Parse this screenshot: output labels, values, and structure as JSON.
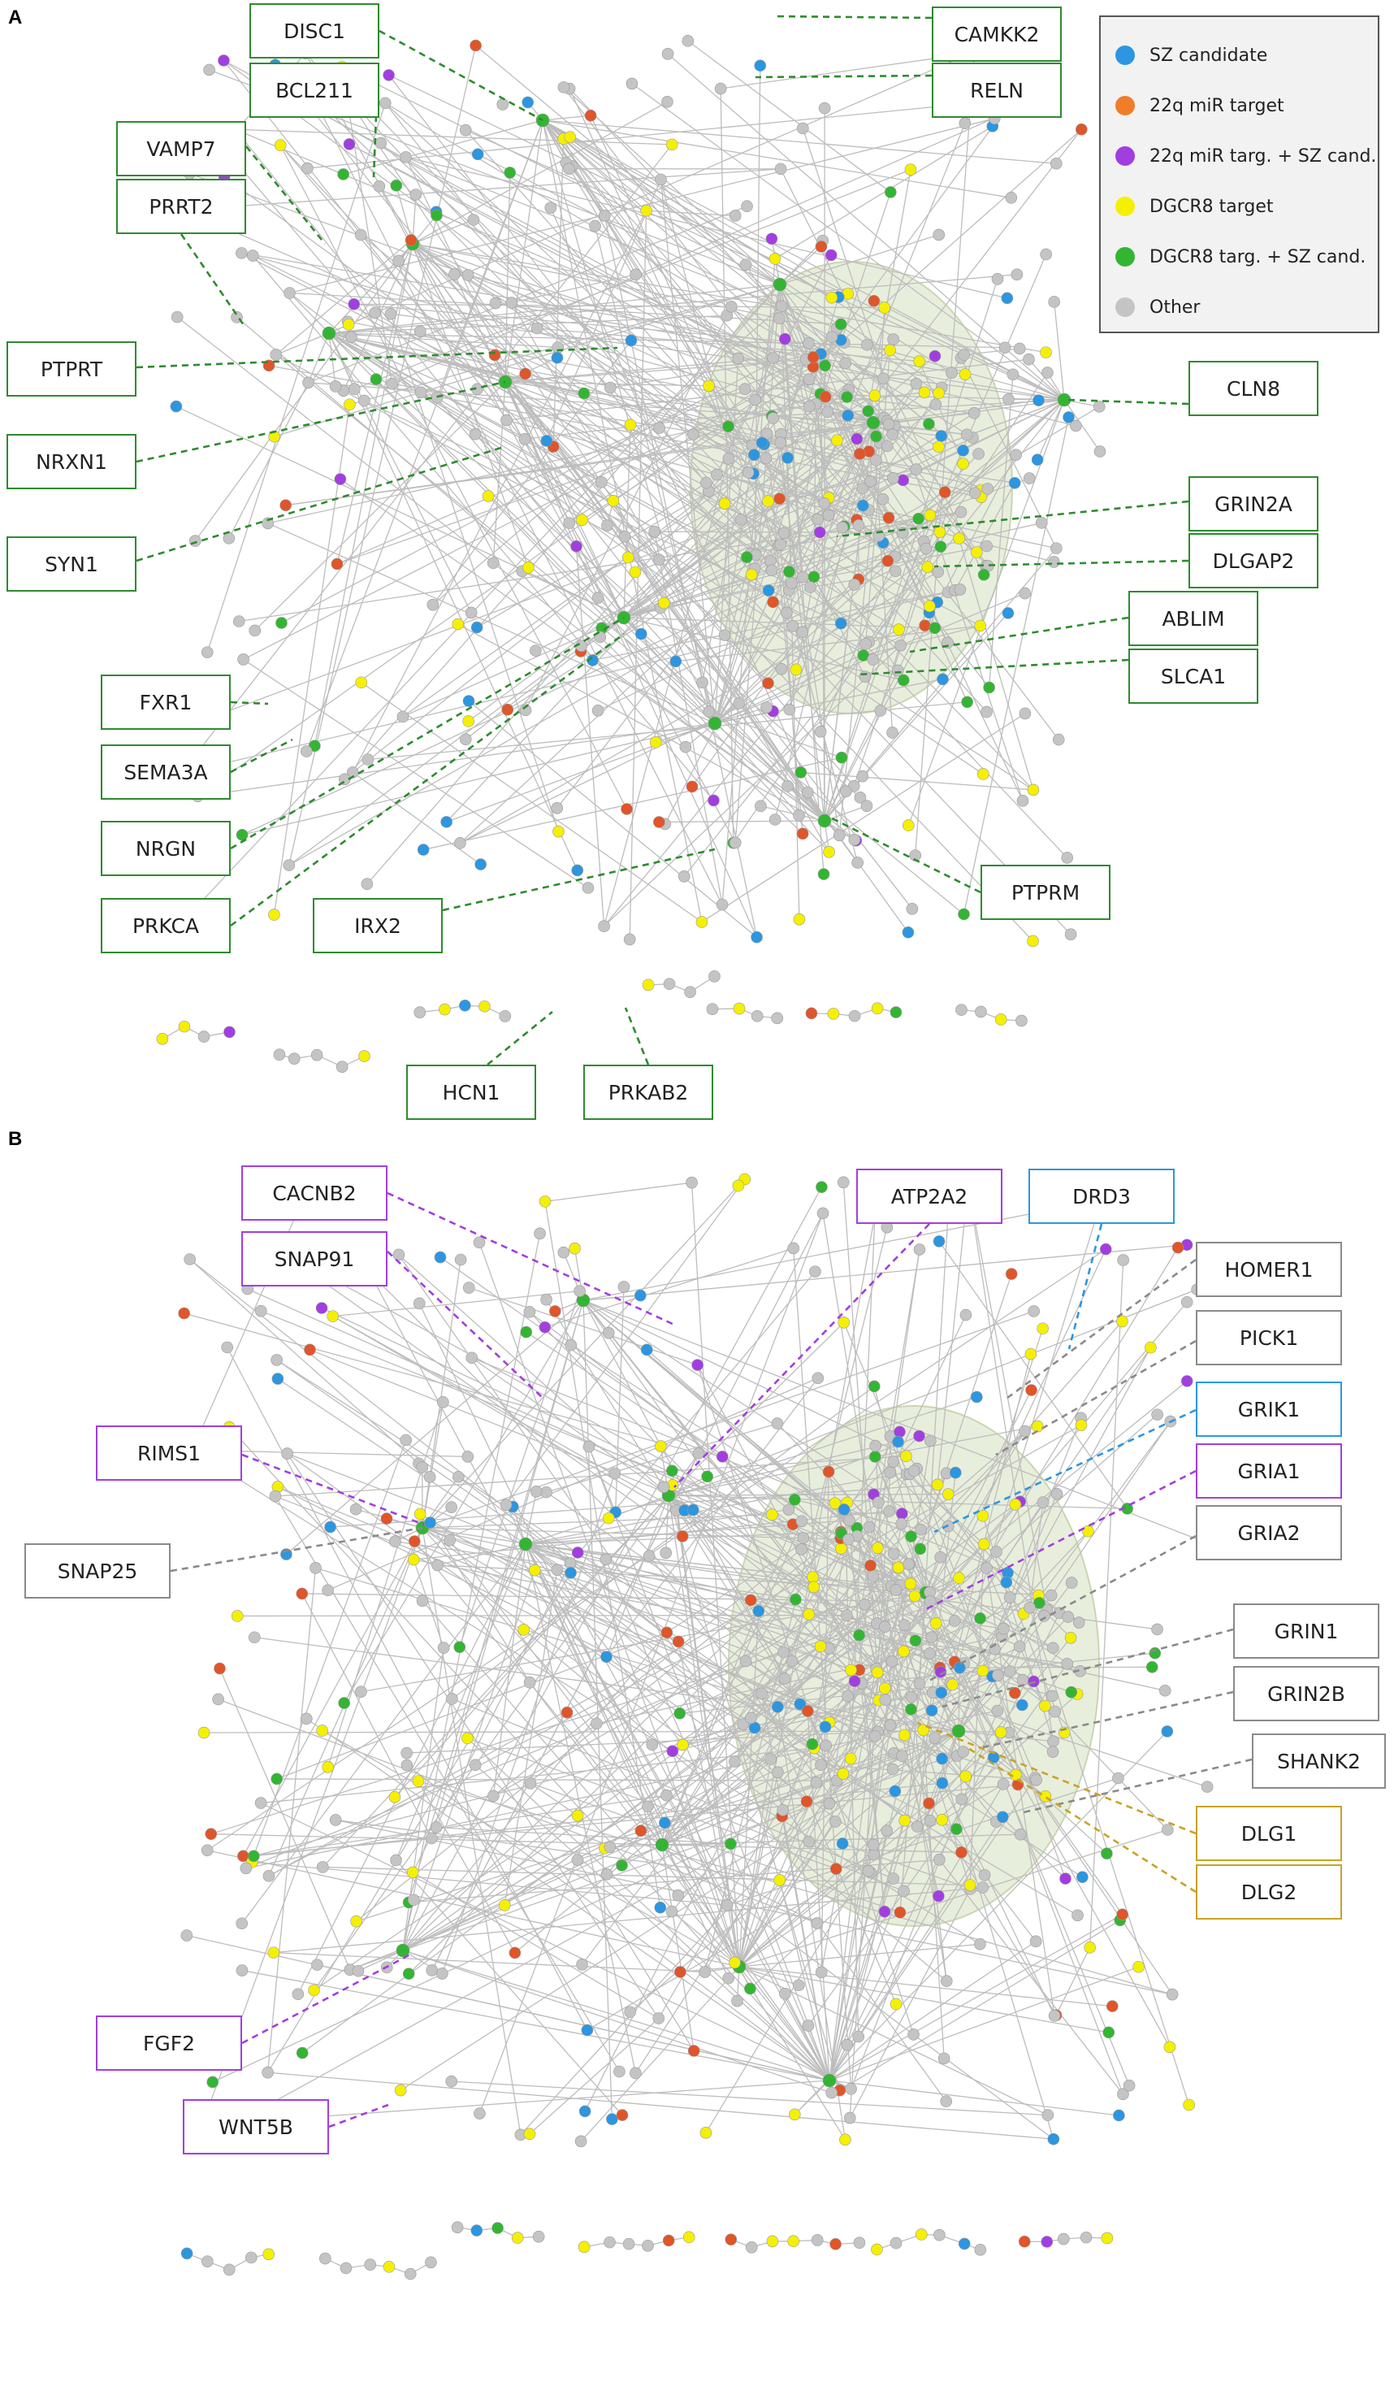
{
  "panels": [
    {
      "letter": "A",
      "labels": [
        {
          "text": "DISC1",
          "color": "green"
        },
        {
          "text": "CAMKK2",
          "color": "green"
        },
        {
          "text": "BCL211",
          "color": "green"
        },
        {
          "text": "RELN",
          "color": "green"
        },
        {
          "text": "VAMP7",
          "color": "green"
        },
        {
          "text": "PRRT2",
          "color": "green"
        },
        {
          "text": "PTPRT",
          "color": "green"
        },
        {
          "text": "CLN8",
          "color": "green"
        },
        {
          "text": "NRXN1",
          "color": "green"
        },
        {
          "text": "GRIN2A",
          "color": "green"
        },
        {
          "text": "SYN1",
          "color": "green"
        },
        {
          "text": "DLGAP2",
          "color": "green"
        },
        {
          "text": "ABLIM",
          "color": "green"
        },
        {
          "text": "SLCA1",
          "color": "green"
        },
        {
          "text": "FXR1",
          "color": "green"
        },
        {
          "text": "SEMA3A",
          "color": "green"
        },
        {
          "text": "NRGN",
          "color": "green"
        },
        {
          "text": "PRKCA",
          "color": "green"
        },
        {
          "text": "IRX2",
          "color": "green"
        },
        {
          "text": "PTPRM",
          "color": "green"
        },
        {
          "text": "HCN1",
          "color": "green"
        },
        {
          "text": "PRKAB2",
          "color": "green"
        }
      ]
    },
    {
      "letter": "B",
      "labels": [
        {
          "text": "CACNB2",
          "color": "purple"
        },
        {
          "text": "ATP2A2",
          "color": "purple"
        },
        {
          "text": "DRD3",
          "color": "blue"
        },
        {
          "text": "SNAP91",
          "color": "purple"
        },
        {
          "text": "HOMER1",
          "color": "grey"
        },
        {
          "text": "PICK1",
          "color": "grey"
        },
        {
          "text": "RIMS1",
          "color": "purple"
        },
        {
          "text": "GRIK1",
          "color": "blue"
        },
        {
          "text": "GRIA1",
          "color": "purple"
        },
        {
          "text": "SNAP25",
          "color": "grey"
        },
        {
          "text": "GRIA2",
          "color": "grey"
        },
        {
          "text": "GRIN1",
          "color": "grey"
        },
        {
          "text": "GRIN2B",
          "color": "grey"
        },
        {
          "text": "SHANK2",
          "color": "grey"
        },
        {
          "text": "DLG1",
          "color": "gold"
        },
        {
          "text": "DLG2",
          "color": "gold"
        },
        {
          "text": "FGF2",
          "color": "purple"
        },
        {
          "text": "WNT5B",
          "color": "purple"
        }
      ]
    }
  ],
  "legend": [
    {
      "label": "SZ candidate",
      "color": "#2c96e0"
    },
    {
      "label": "22q miR target",
      "color": "#f07d2a"
    },
    {
      "label": "22q miR targ. + SZ cand.",
      "color": "#a23ee0"
    },
    {
      "label": "DGCR8 target",
      "color": "#f5f000"
    },
    {
      "label": "DGCR8 targ. + SZ cand.",
      "color": "#33b533"
    },
    {
      "label": "Other",
      "color": "#c4c4c4"
    }
  ],
  "colors": {
    "green": "#2e8b2e",
    "purple": "#a23ee0",
    "blue": "#2c96e0",
    "grey": "#8a8a8a",
    "gold": "#c9a227",
    "node_other": "#c4c4c4",
    "node_yellow": "#f5f000",
    "node_orange": "#e0552a",
    "edge": "#bdbdbd",
    "cluster_fill": "#e8eedc"
  }
}
